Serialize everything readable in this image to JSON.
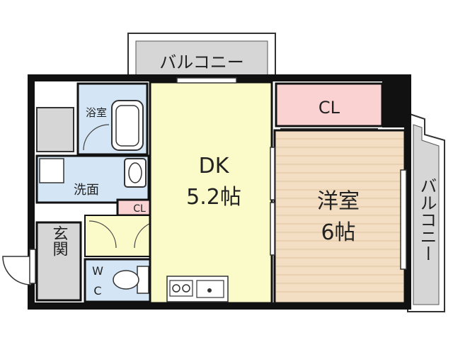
{
  "labels": {
    "balcony_top": "バルコニー",
    "balcony_right": "バルコニー",
    "bath": "浴室",
    "washroom": "洗面",
    "closet_small": "CL",
    "entrance": "玄関",
    "wc_w": "W",
    "wc_c": "C",
    "dk_name": "DK",
    "dk_size": "5.2帖",
    "closet_main": "CL",
    "western_name": "洋室",
    "western_size": "6帖"
  },
  "colors": {
    "wall": "#111111",
    "dk_floor": "#fbfbc9",
    "western_floor": "#f3dec3",
    "closet_fill": "#fad2d2",
    "wet_area_fill": "#d4e6f5",
    "balcony_fill": "#d6d6d6",
    "entrance_fill": "#d6d6d6",
    "closet_small_fill": "#fad2d2"
  },
  "icons": [
    "bathtub-icon",
    "washbasin-icon",
    "toilet-icon",
    "stove-icon",
    "sink-icon"
  ]
}
